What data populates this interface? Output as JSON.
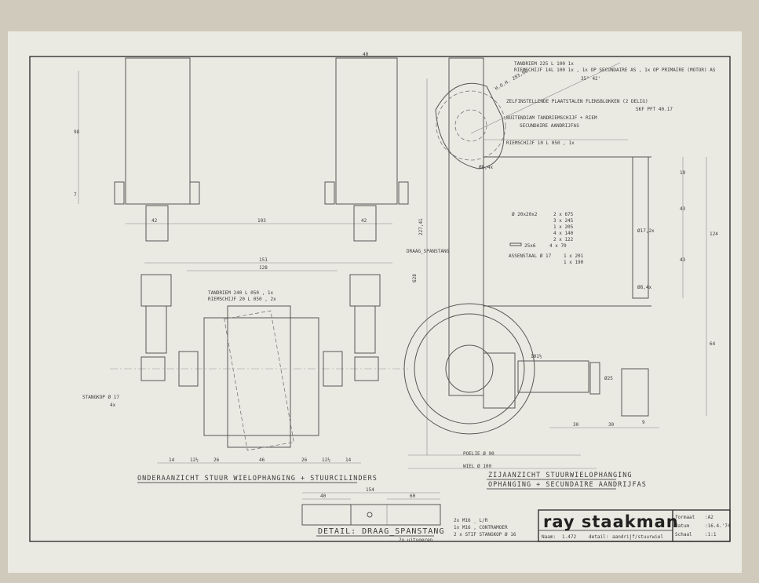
{
  "title_block": {
    "brand": "ray staakman",
    "naam_label": "Naam:",
    "naam_value": "1.472",
    "detail_label": "detail:",
    "detail_value": "aandrijf/stuurwiel",
    "formaat_label": "formaat",
    "formaat_value": ":A2",
    "datum_label": "datum",
    "datum_value": ":16.4.'74",
    "schaal_label": "Schaal",
    "schaal_value": ":1:1"
  },
  "views": {
    "bottom_view_title": "ONDERAANZICHT STUUR WIELOPHANGING + STUURCILINDERS",
    "side_view_title_1": "ZIJAANZICHT STUURWIELOPHANGING",
    "side_view_title_2": "OPHANGING + SECUNDAIRE AANDRIJFAS",
    "detail_title": "DETAIL: DRAAG_SPANSTANG",
    "detail_note": "2x uitvoeren"
  },
  "notes": {
    "tandriem_top": "TANDRIEM 225 L 100 1x",
    "riemschijf_top": "RIEMSCHIJF 14L 100 1x , 1x OP SECUNDAIRE AS , 1x OP PRIMAIRE (MOTOR) AS",
    "angle": "35° 42'",
    "hoh": "H.O.H. 283,06",
    "flensblokken": "ZELFINSTELLENDE PLAATSTALEN FLENSBLOKKEN (2 DELIG)",
    "skf": "SKF PFT 40.17",
    "buitendiam": "BUITENDIAM TANDRIEMSCHIJF + RIEM",
    "sec_aandrijfas": "SECUNDAIRE AANDRIJFAS",
    "riemschijf_mid": "RIEMSCHIJF 10 L 050 , 1x",
    "draag_spanstang": "DRAAG_SPANSTANG",
    "tandriem_mid": "TANDRIEM 240 L 050 , 1x",
    "riemschijf_low": "RIEMSCHIJF 20 L 050 , 2x",
    "stangkop": "STANGKOP Ø 17",
    "stangkop_qty": "4x",
    "poelie": "POELIE Ø 90",
    "wiel": "WIEL Ø 100",
    "m16_lr": "2x M16 _ L/R",
    "m16_contra": "1x M16 , CONTRAMOER",
    "stangkop_list": "2 x STIF STANGKOP Ø 16"
  },
  "materials": [
    {
      "item": "Ø 20x20x2",
      "qty": [
        "2 x 675",
        "3 x 245",
        "1 x 205",
        "4 x 140",
        "2 x 122"
      ]
    },
    {
      "item": "25x6",
      "qty": [
        "4 x 70"
      ]
    },
    {
      "item": "ASSENSTAAL Ø 17",
      "qty": [
        "1 x 201",
        "1 x 190"
      ]
    }
  ],
  "dimensions": {
    "d98": "98",
    "d7": "7",
    "d42a": "42",
    "d103": "103",
    "d42b": "42",
    "d40top": "40",
    "d151": "151",
    "d128": "128",
    "d14a": "14",
    "d12a": "12½",
    "d26a": "26",
    "d46": "46",
    "d26b": "26",
    "d12b": "12½",
    "d14b": "14",
    "d628": "628",
    "d22741": "227,41",
    "d19": "19",
    "d43a": "43",
    "d43b": "43",
    "d124": "124",
    "d17": "Ø17,2x",
    "d8": "Ø8,4x",
    "d64": "64",
    "d101": "101½",
    "d30a": "30",
    "d30b": "30",
    "d9": "9",
    "d25": "Ø25",
    "d154": "154",
    "d40": "40",
    "d60": "60",
    "d8b": "Ø8,4x"
  }
}
